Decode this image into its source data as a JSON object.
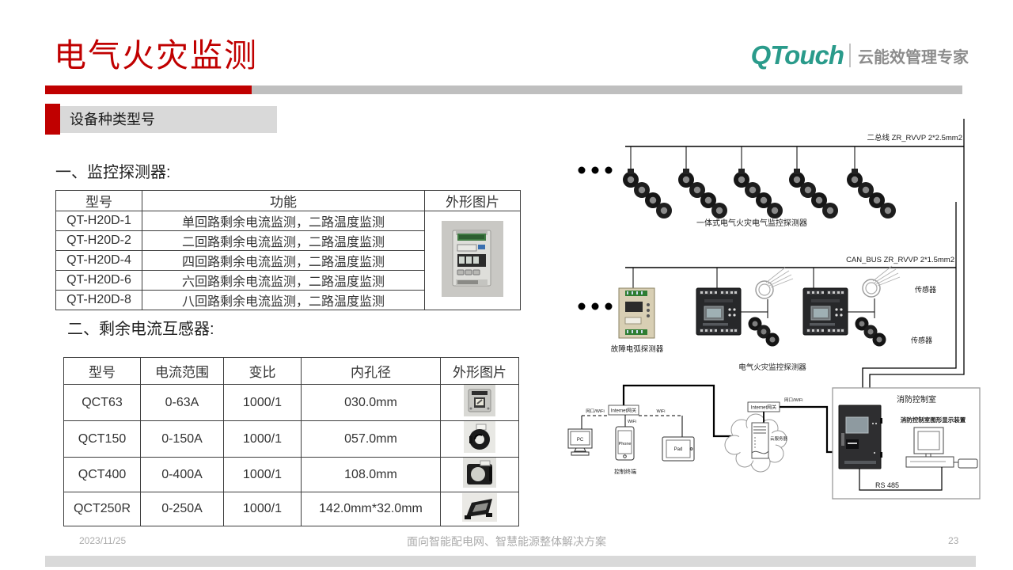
{
  "slide": {
    "title": "电气火灾监测",
    "footer_date": "2023/11/25",
    "footer_center": "面向智能配电网、智慧能源整体解决方案",
    "page_number": "23",
    "accent_color": "#C00000"
  },
  "logo": {
    "brand": "QTouch",
    "tagline": "云能效管理专家",
    "brand_color": "#2A9B8B"
  },
  "section": {
    "label": "设备种类型号"
  },
  "detectors": {
    "heading": "一、监控探测器:",
    "table": {
      "headers": [
        "型号",
        "功能",
        "外形图片"
      ],
      "rows": [
        {
          "model": "QT-H20D-1",
          "func": "单回路剩余电流监测，二路温度监测"
        },
        {
          "model": "QT-H20D-2",
          "func": "二回路剩余电流监测，二路温度监测"
        },
        {
          "model": "QT-H20D-4",
          "func": "四回路剩余电流监测，二路温度监测"
        },
        {
          "model": "QT-H20D-6",
          "func": "六回路剩余电流监测，二路温度监测"
        },
        {
          "model": "QT-H20D-8",
          "func": "八回路剩余电流监测，二路温度监测"
        }
      ]
    }
  },
  "transformers": {
    "heading": "二、剩余电流互感器:",
    "table": {
      "headers": [
        "型号",
        "电流范围",
        "变比",
        "内孔径",
        "外形图片"
      ],
      "rows": [
        {
          "model": "QCT63",
          "range": "0-63A",
          "ratio": "1000/1",
          "bore": "030.0mm"
        },
        {
          "model": "QCT150",
          "range": "0-150A",
          "ratio": "1000/1",
          "bore": "057.0mm"
        },
        {
          "model": "QCT400",
          "range": "0-400A",
          "ratio": "1000/1",
          "bore": "108.0mm"
        },
        {
          "model": "QCT250R",
          "range": "0-250A",
          "ratio": "1000/1",
          "bore": "142.0mm*32.0mm"
        }
      ]
    }
  },
  "diagram": {
    "bus1_label": "二总线 ZR_RVVP 2*2.5mm2",
    "bus2_label": "CAN_BUS ZR_RVVP 2*1.5mm2",
    "integrated_label": "一体式电气火灾电气监控探测器",
    "arc_detector_label": "故障电弧探测器",
    "fire_detector_label": "电气火灾监控探测器",
    "sensor_label_1": "传感器",
    "sensor_label_2": "传感器",
    "gateway1_label": "Internet网关",
    "gateway2_label": "Internet网关",
    "port_wifi_label_1": "网口/WiFi",
    "wifi_label_1": "WiFi",
    "wifi_label_2": "WiFi",
    "port_wifi_label_2": "网口/WiFi",
    "pc_label": "PC",
    "phone_label": "Phone",
    "pad_label": "Pad",
    "terminal_label": "控制终端",
    "cloud_server_label": "云服务器",
    "control_room_label": "消防控制室",
    "display_device_label": "消防控制室图形显示装置",
    "rs485_label": "RS 485"
  }
}
